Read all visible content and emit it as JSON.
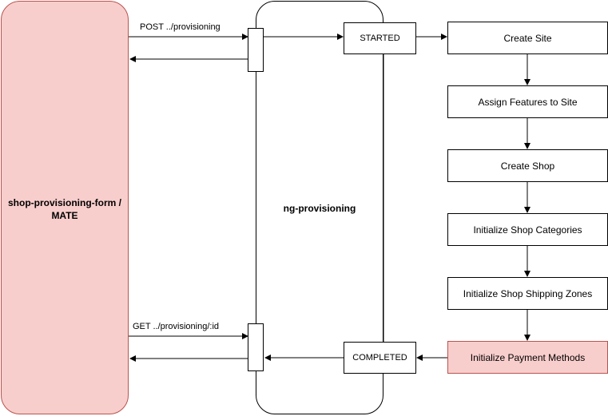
{
  "participants": {
    "client": "shop-provisioning-form /\nMATE",
    "service": "ng-provisioning"
  },
  "states": {
    "started": "STARTED",
    "completed": "COMPLETED"
  },
  "requests": {
    "post": "POST ../provisioning",
    "get": "GET ../provisioning/:id"
  },
  "steps": [
    "Create Site",
    "Assign Features to Site",
    "Create Shop",
    "Initialize Shop Categories",
    "Initialize Shop Shipping Zones",
    "Initialize Payment Methods"
  ],
  "colors": {
    "client_fill": "#f8cecc",
    "client_stroke": "#b85450",
    "highlight_step_fill": "#f8cecc"
  }
}
